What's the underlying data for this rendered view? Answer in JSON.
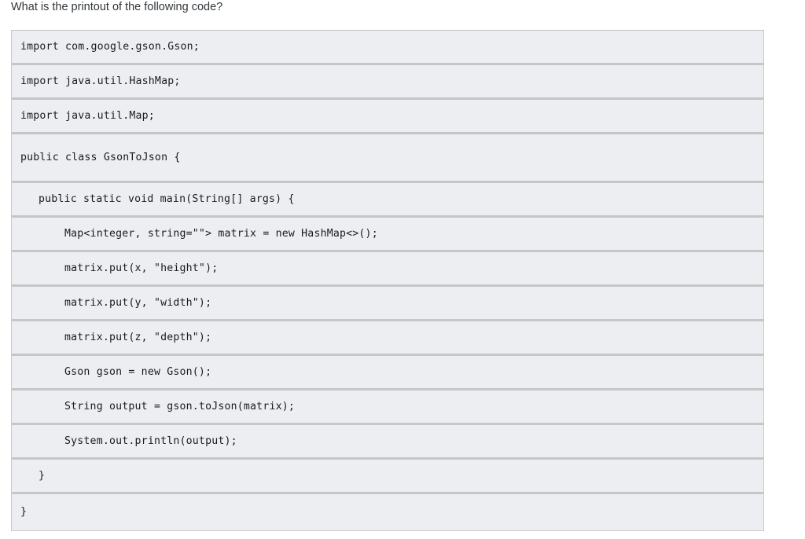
{
  "question": {
    "text": "What is the printout of the following code?"
  },
  "code_block": {
    "language": "java",
    "background_color": "#eceef2",
    "border_color": "#c9c9c9",
    "separator_color": "#c6c6c6",
    "text_color": "#1b1b1b",
    "lines": [
      {
        "id": "import-gson",
        "indent": 0,
        "text": "import com.google.gson.Gson;"
      },
      {
        "id": "import-hashmap",
        "indent": 0,
        "text": "import java.util.HashMap;"
      },
      {
        "id": "import-map",
        "indent": 0,
        "text": "import java.util.Map;"
      },
      {
        "id": "class-decl",
        "indent": 0,
        "text": "public class GsonToJson {"
      },
      {
        "id": "main-decl",
        "indent": 1,
        "text": "public static void main(String[] args) {"
      },
      {
        "id": "map-decl",
        "indent": 2,
        "text": "Map<integer, string=\"\"> matrix = new HashMap<>();"
      },
      {
        "id": "put-x",
        "indent": 2,
        "text": "matrix.put(x, \"height\");"
      },
      {
        "id": "put-y",
        "indent": 2,
        "text": "matrix.put(y, \"width\");"
      },
      {
        "id": "put-z",
        "indent": 2,
        "text": "matrix.put(z, \"depth\");"
      },
      {
        "id": "gson-new",
        "indent": 2,
        "text": "Gson gson = new Gson();"
      },
      {
        "id": "to-json",
        "indent": 2,
        "text": "String output = gson.toJson(matrix);"
      },
      {
        "id": "println",
        "indent": 2,
        "text": "System.out.println(output);"
      },
      {
        "id": "close-main",
        "indent": 1,
        "text": "}"
      },
      {
        "id": "close-class",
        "indent": 0,
        "text": "}"
      }
    ]
  }
}
